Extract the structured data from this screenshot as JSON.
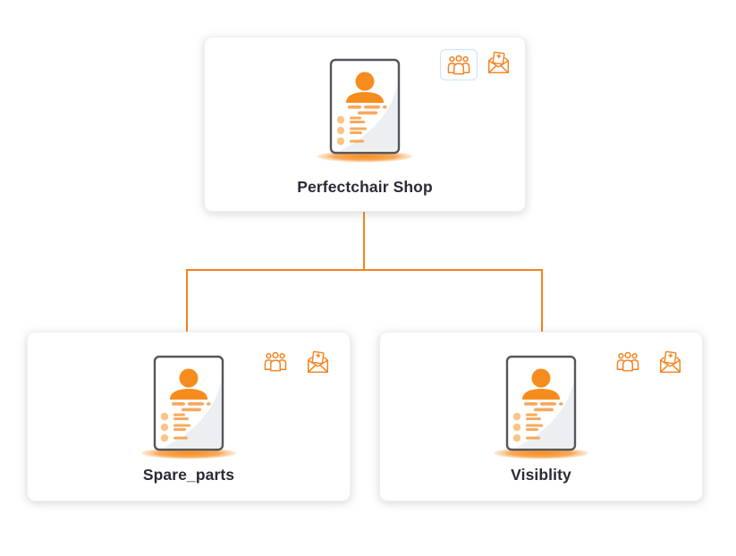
{
  "chart_type": "org-structure-tree",
  "colors": {
    "accent_orange": "#f5821f",
    "avatar_orange": "#f78c1e",
    "dash_orange": "#f9a85c",
    "bullet_orange": "#fcc488",
    "paper_border_gray": "#55565b",
    "label_text": "#2b2b38",
    "members_box_border": "#cde3f4",
    "card_background": "#ffffff"
  },
  "nodes": [
    {
      "id": "root",
      "label": "Perfectchair Shop",
      "icons": [
        "team-members-icon",
        "invite-member-icon"
      ],
      "members_icon_highlighted": true,
      "parent": null
    },
    {
      "id": "child-1",
      "label": "Spare_parts",
      "icons": [
        "team-members-icon",
        "invite-member-icon"
      ],
      "members_icon_highlighted": false,
      "parent": "root"
    },
    {
      "id": "child-2",
      "label": "Visiblity",
      "icons": [
        "team-members-icon",
        "invite-member-icon"
      ],
      "members_icon_highlighted": false,
      "parent": "root"
    }
  ]
}
